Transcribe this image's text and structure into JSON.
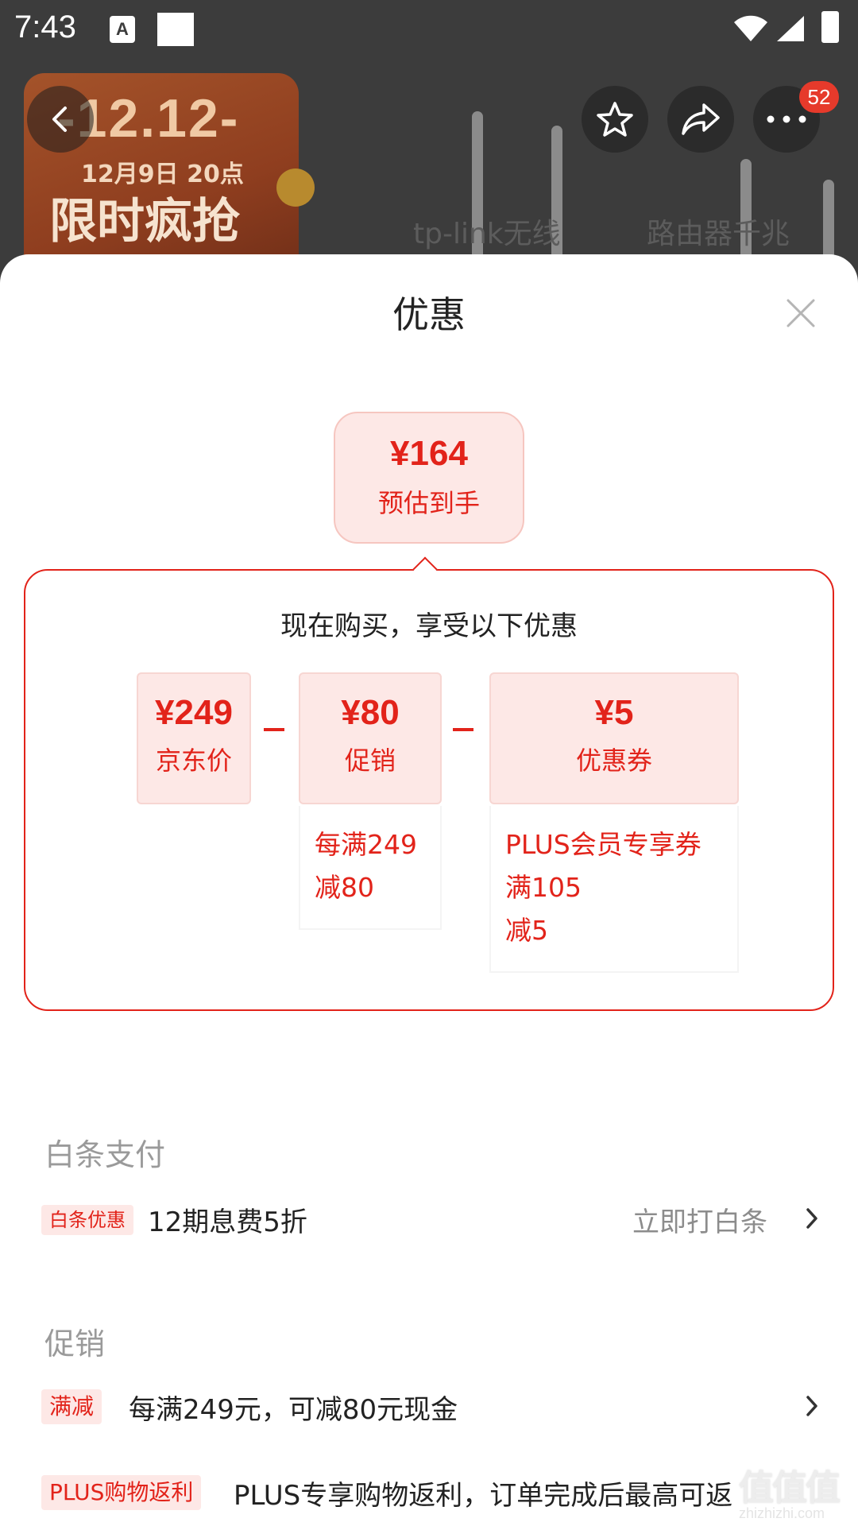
{
  "status_bar": {
    "time": "7:43",
    "indicator_a": "A"
  },
  "background": {
    "banner_line1": "-12.12-",
    "banner_line2": "12月9日 20点",
    "banner_line3": "限时疯抢",
    "ghost_text_left": "tp-link无线",
    "ghost_text_right": "路由器千兆",
    "cart_badge": "52"
  },
  "sheet": {
    "title": "优惠",
    "estimate": {
      "price": "¥164",
      "label": "预估到手"
    },
    "deal_heading": "现在购买，享受以下优惠",
    "cards": [
      {
        "value": "¥249",
        "label": "京东价",
        "details": []
      },
      {
        "value": "¥80",
        "label": "促销",
        "details": [
          "每满249",
          "减80"
        ]
      },
      {
        "value": "¥5",
        "label": "优惠券",
        "details": [
          "PLUS会员专享券",
          "满105",
          "减5"
        ]
      }
    ]
  },
  "baitiao": {
    "section_title": "白条支付",
    "tag": "白条优惠",
    "text": "12期息费5折",
    "action": "立即打白条"
  },
  "promotions": {
    "section_title": "促销",
    "items": [
      {
        "tag": "满减",
        "text": "每满249元，可减80元现金"
      },
      {
        "tag": "PLUS购物返利",
        "text": "PLUS专享购物返利，订单完成后最高可返"
      }
    ]
  },
  "watermark": {
    "site": "zhizhizhi.com"
  },
  "colors": {
    "accent": "#e2231a",
    "accent_light_bg": "#fde8e6",
    "secondary_text": "#9a9a9a"
  }
}
